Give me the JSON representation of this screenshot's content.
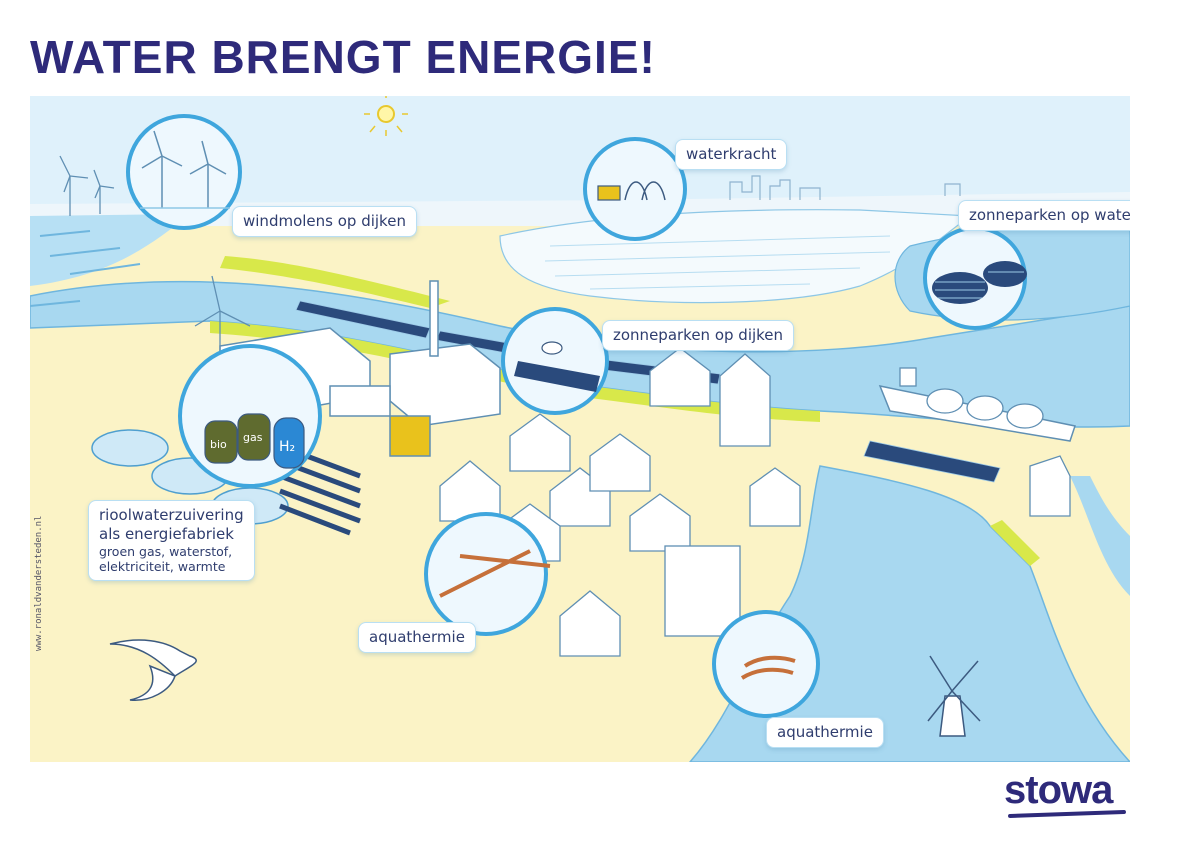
{
  "title": "WATER BRENGT ENERGIE!",
  "labels": {
    "windmolens": "windmolens op dijken",
    "waterkracht": "waterkracht",
    "zonneparken_water": "zonneparken op water",
    "zonneparken_dijken": "zonneparken op dijken",
    "riool_line1": "rioolwaterzuivering",
    "riool_line2": "als energiefabriek",
    "riool_line3": "groen gas, waterstof,",
    "riool_line4": "elektriciteit, warmte",
    "aquathermie_1": "aquathermie",
    "aquathermie_2": "aquathermie"
  },
  "tank_labels": {
    "bio": "bio",
    "gas": "gas",
    "h2": "H₂"
  },
  "credit": "www.ronaldvandersteden.nl",
  "logo": "stowa",
  "colors": {
    "title": "#2e2a7a",
    "water": "#a8d8f0",
    "land": "#fbf3c6",
    "dike_green": "#d8e84a",
    "circle_stroke": "#3fa6dd",
    "solar": "#2a4a7c",
    "label_text": "#2f3d6e"
  },
  "icons": [
    "sun-icon",
    "wind-turbine-icon",
    "solar-panel-icon",
    "windmill-icon",
    "bird-icon",
    "ship-icon",
    "hydro-turbine-icon"
  ]
}
